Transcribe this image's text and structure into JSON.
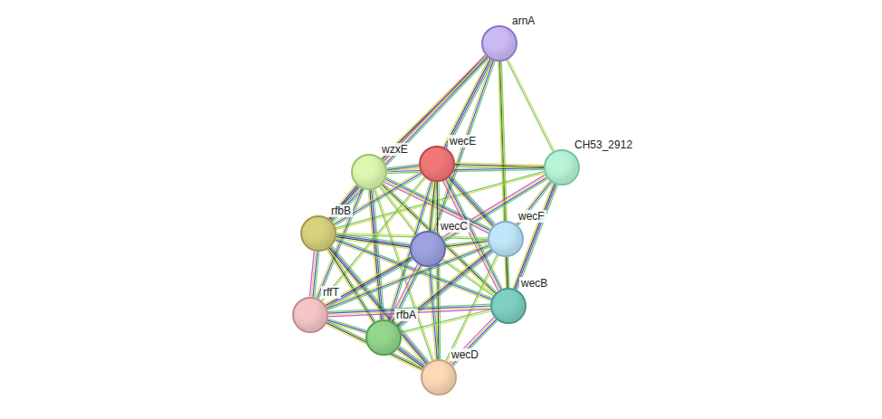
{
  "diagram": {
    "nodes": [
      {
        "text": [
          "arnA"
        ]
      },
      {
        "text": [
          "wzxE"
        ]
      },
      {
        "text": [
          "wecE"
        ]
      },
      {
        "text": [
          "CH53_2912"
        ]
      },
      {
        "text": [
          "rfbB"
        ]
      },
      {
        "text": [
          "wecC"
        ]
      },
      {
        "text": [
          "wecF"
        ]
      },
      {
        "text": [
          "rffT"
        ]
      },
      {
        "text": [
          "wecB"
        ]
      },
      {
        "text": [
          "rfbA"
        ]
      },
      {
        "text": [
          "wecD"
        ]
      }
    ],
    "edges": [
      {
        "from": 0,
        "to": 1,
        "arrow": "none"
      },
      {
        "from": 0,
        "to": 4,
        "arrow": "none"
      },
      {
        "from": 0,
        "to": 2,
        "arrow": "none"
      },
      {
        "from": 0,
        "to": 5,
        "arrow": "none"
      },
      {
        "from": 0,
        "to": 6,
        "arrow": "none"
      },
      {
        "from": 0,
        "to": 8,
        "arrow": "none"
      },
      {
        "from": 0,
        "to": 3,
        "arrow": "none"
      },
      {
        "from": 3,
        "to": 2,
        "arrow": "none"
      },
      {
        "from": 3,
        "to": 1,
        "arrow": "none"
      },
      {
        "from": 3,
        "to": 6,
        "arrow": "none"
      },
      {
        "from": 3,
        "to": 8,
        "arrow": "none"
      },
      {
        "from": 3,
        "to": 5,
        "arrow": "none"
      },
      {
        "from": 3,
        "to": 4,
        "arrow": "none"
      },
      {
        "from": 1,
        "to": 2,
        "arrow": "none"
      },
      {
        "from": 1,
        "to": 4,
        "arrow": "none"
      },
      {
        "from": 1,
        "to": 5,
        "arrow": "none"
      },
      {
        "from": 1,
        "to": 6,
        "arrow": "none"
      },
      {
        "from": 1,
        "to": 7,
        "arrow": "none"
      },
      {
        "from": 1,
        "to": 8,
        "arrow": "none"
      },
      {
        "from": 1,
        "to": 9,
        "arrow": "none"
      },
      {
        "from": 1,
        "to": 10,
        "arrow": "none"
      },
      {
        "from": 2,
        "to": 4,
        "arrow": "none"
      },
      {
        "from": 2,
        "to": 5,
        "arrow": "none"
      },
      {
        "from": 2,
        "to": 6,
        "arrow": "none"
      },
      {
        "from": 2,
        "to": 7,
        "arrow": "none"
      },
      {
        "from": 2,
        "to": 8,
        "arrow": "none"
      },
      {
        "from": 2,
        "to": 9,
        "arrow": "none"
      },
      {
        "from": 2,
        "to": 10,
        "arrow": "none"
      },
      {
        "from": 4,
        "to": 5,
        "arrow": "none"
      },
      {
        "from": 4,
        "to": 6,
        "arrow": "none"
      },
      {
        "from": 4,
        "to": 7,
        "arrow": "none"
      },
      {
        "from": 4,
        "to": 8,
        "arrow": "none"
      },
      {
        "from": 4,
        "to": 9,
        "arrow": "none"
      },
      {
        "from": 4,
        "to": 10,
        "arrow": "none"
      },
      {
        "from": 5,
        "to": 6,
        "arrow": "none"
      },
      {
        "from": 5,
        "to": 7,
        "arrow": "none"
      },
      {
        "from": 5,
        "to": 8,
        "arrow": "none"
      },
      {
        "from": 5,
        "to": 9,
        "arrow": "none"
      },
      {
        "from": 5,
        "to": 10,
        "arrow": "none"
      },
      {
        "from": 6,
        "to": 7,
        "arrow": "none"
      },
      {
        "from": 6,
        "to": 8,
        "arrow": "none"
      },
      {
        "from": 6,
        "to": 9,
        "arrow": "none"
      },
      {
        "from": 6,
        "to": 10,
        "arrow": "none"
      },
      {
        "from": 7,
        "to": 8,
        "arrow": "none"
      },
      {
        "from": 7,
        "to": 9,
        "arrow": "none"
      },
      {
        "from": 7,
        "to": 10,
        "arrow": "none"
      },
      {
        "from": 8,
        "to": 9,
        "arrow": "none"
      },
      {
        "from": 8,
        "to": 10,
        "arrow": "none"
      },
      {
        "from": 9,
        "to": 10,
        "arrow": "none"
      }
    ]
  }
}
